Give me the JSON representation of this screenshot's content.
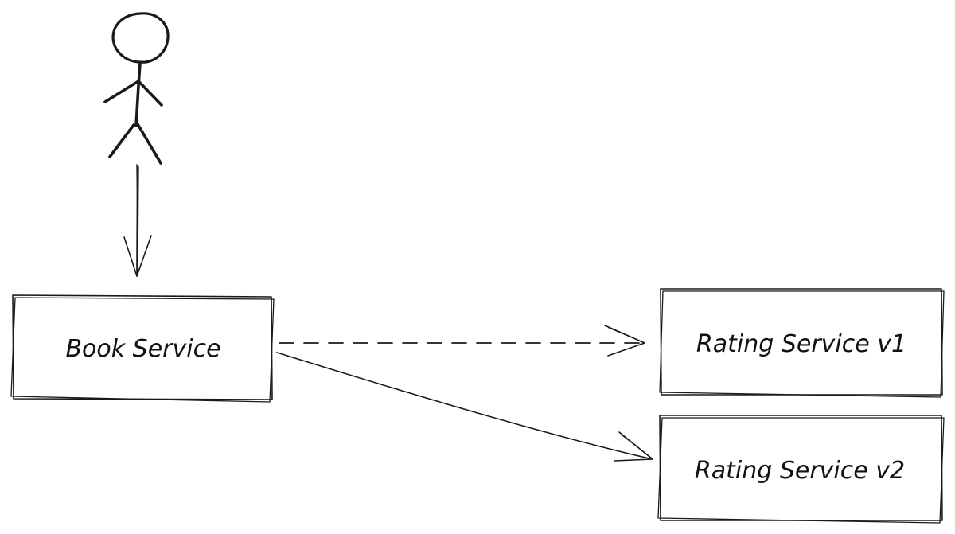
{
  "diagram": {
    "nodes": [
      {
        "id": "book",
        "label": "Book Service"
      },
      {
        "id": "rating_v1",
        "label": "Rating Service v1"
      },
      {
        "id": "rating_v2",
        "label": "Rating Service v2"
      }
    ],
    "edges": [
      {
        "from": "user",
        "to": "book",
        "style": "solid"
      },
      {
        "from": "book",
        "to": "rating_v1",
        "style": "dashed"
      },
      {
        "from": "book",
        "to": "rating_v2",
        "style": "solid"
      }
    ],
    "colors": {
      "stroke": "#1a1a1a",
      "background": "#ffffff"
    }
  }
}
